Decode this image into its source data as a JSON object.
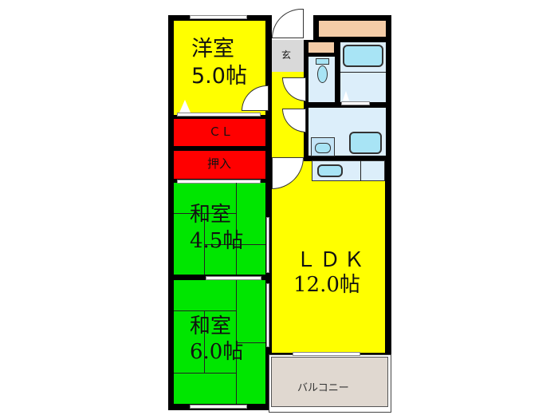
{
  "floor_plan": {
    "rooms": [
      {
        "id": "western-room",
        "name": "洋室",
        "size": "5.0帖",
        "color": "#ffff00"
      },
      {
        "id": "closet",
        "name": "ＣＬ",
        "color": "#ff0000"
      },
      {
        "id": "oshiire",
        "name": "押入",
        "color": "#ff0000"
      },
      {
        "id": "japanese-room-1",
        "name": "和室",
        "size": "4.5帖",
        "color": "#00e600"
      },
      {
        "id": "japanese-room-2",
        "name": "和室",
        "size": "6.0帖",
        "color": "#00e600"
      },
      {
        "id": "ldk",
        "name": "ＬＤＫ",
        "size": "12.0帖",
        "color": "#ffff00"
      },
      {
        "id": "entrance",
        "name": "玄",
        "color": "#d9d9d9"
      },
      {
        "id": "balcony",
        "name": "バルコニー",
        "color": "#e0d8d0"
      }
    ],
    "colors": {
      "wall": "#000000",
      "wet_area": "#dceefa",
      "fixture": "#a8e4f5",
      "storage": "#f4cca7"
    }
  }
}
